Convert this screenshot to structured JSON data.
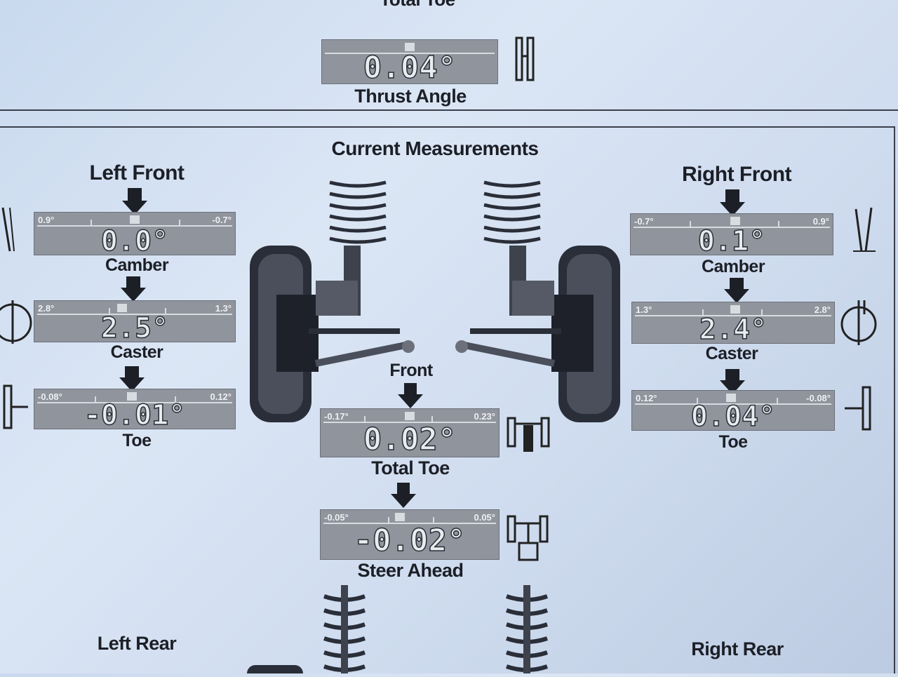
{
  "top": {
    "partial_label": "Total Toe",
    "thrust": {
      "value": "0.04°",
      "label": "Thrust Angle"
    }
  },
  "section_title": "Current Measurements",
  "left_front": {
    "title": "Left Front",
    "camber": {
      "min": "0.9°",
      "max": "-0.7°",
      "value": "0.0°",
      "label": "Camber"
    },
    "caster": {
      "min": "2.8°",
      "max": "1.3°",
      "value": "2.5°",
      "label": "Caster"
    },
    "toe": {
      "min": "-0.08°",
      "max": "0.12°",
      "value": "-0.01°",
      "label": "Toe"
    }
  },
  "right_front": {
    "title": "Right Front",
    "camber": {
      "min": "-0.7°",
      "max": "0.9°",
      "value": "0.1°",
      "label": "Camber"
    },
    "caster": {
      "min": "1.3°",
      "max": "2.8°",
      "value": "2.4°",
      "label": "Caster"
    },
    "toe": {
      "min": "0.12°",
      "max": "-0.08°",
      "value": "0.04°",
      "label": "Toe"
    }
  },
  "front": {
    "label": "Front",
    "total_toe": {
      "min": "-0.17°",
      "max": "0.23°",
      "value": "0.02°",
      "label": "Total Toe"
    },
    "steer_ahead": {
      "min": "-0.05°",
      "max": "0.05°",
      "value": "-0.02°",
      "label": "Steer Ahead"
    }
  },
  "rear": {
    "left_title": "Left Rear",
    "right_title": "Right Rear"
  }
}
